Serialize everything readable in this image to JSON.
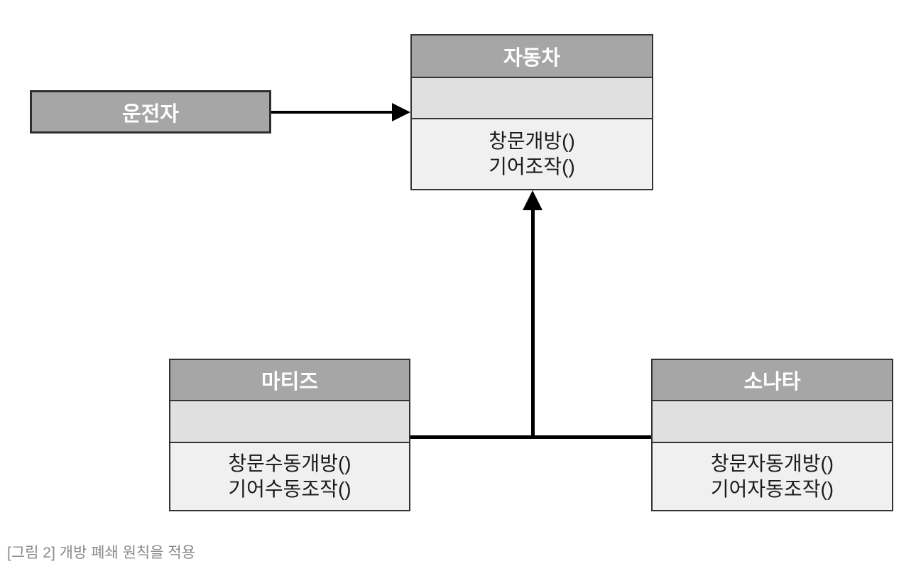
{
  "diagram": {
    "caption": "[그림 2] 개방 폐쇄 원칙을 적용",
    "actor": {
      "label": "운전자"
    },
    "classes": {
      "car": {
        "name": "자동차",
        "attributes": [],
        "methods": [
          "창문개방()",
          "기어조작()"
        ]
      },
      "matiz": {
        "name": "마티즈",
        "attributes": [],
        "methods": [
          "창문수동개방()",
          "기어수동조작()"
        ]
      },
      "sonata": {
        "name": "소나타",
        "attributes": [],
        "methods": [
          "창문자동개방()",
          "기어자동조작()"
        ]
      }
    },
    "relations": {
      "association": {
        "from": "운전자",
        "to": "자동차",
        "arrow": "filled-right"
      },
      "generalization": {
        "from": [
          "마티즈",
          "소나타"
        ],
        "to": "자동차",
        "arrow": "filled-up"
      }
    },
    "colors": {
      "header_fill": "#a6a6a6",
      "attrs_fill": "#e0e0e0",
      "methods_fill": "#f0f0f0",
      "border": "#333333",
      "line": "#000000",
      "header_text": "#ffffff",
      "method_text": "#1a1a1a",
      "caption_text": "#8a8a8a",
      "background": "#ffffff"
    }
  }
}
